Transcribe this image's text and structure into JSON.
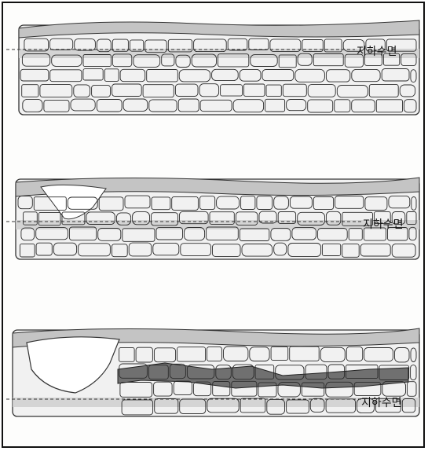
{
  "figure": {
    "panels": [
      {
        "id": "panel-1",
        "label": "지하수면"
      },
      {
        "id": "panel-2",
        "label": "지하수면"
      },
      {
        "id": "panel-3",
        "label": "지하수면"
      }
    ]
  },
  "colors": {
    "rock_fill": "#f3f3f3",
    "rock_stroke": "#333333",
    "water_band": "#c9c9c9",
    "soil_top": "#bdbdbd",
    "cave_fill": "#6e6e6e",
    "sink_fill": "#ffffff"
  }
}
